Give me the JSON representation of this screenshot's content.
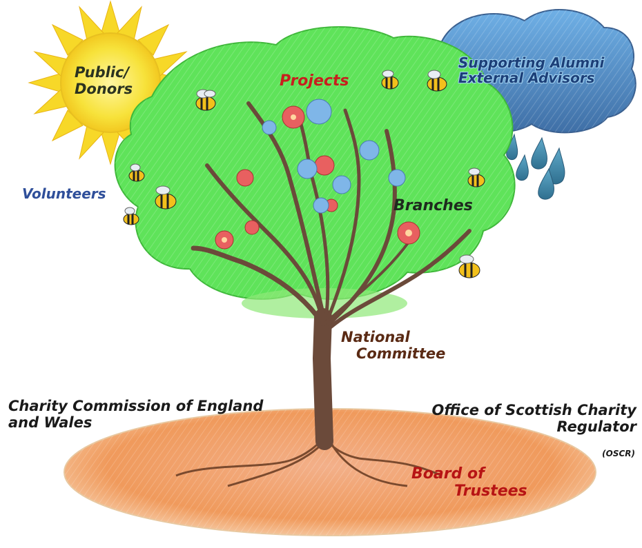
{
  "labels": {
    "public_donors": [
      "Public/",
      "Donors"
    ],
    "projects": "Projects",
    "supporting": [
      "Supporting Alumni",
      "External Advisors"
    ],
    "volunteers": "Volunteers",
    "branches": "Branches",
    "national_committee": [
      "National",
      "Committee"
    ],
    "charity_commission": [
      "Charity Commission of England",
      "and Wales"
    ],
    "oscr": [
      "Office of Scottish Charity",
      "Regulator"
    ],
    "oscr_abbr": "(OSCR)",
    "board_of_trustees": [
      "Board of",
      "Trustees"
    ]
  },
  "colors": {
    "sun": "#f7e23a",
    "canopy": "#5fe35a",
    "cloud": "#5a8fc4",
    "ground": "#f0a26a",
    "trunk": "#6b4a3a",
    "projects_text": "#c81e1e",
    "supporting_text": "#1c3f78",
    "volunteers_text": "#2f4f9a",
    "branches_text": "#1e2a1e",
    "national_text": "#5a2a14",
    "regulator_text": "#1a1a1a",
    "trustees_text": "#b71414"
  }
}
